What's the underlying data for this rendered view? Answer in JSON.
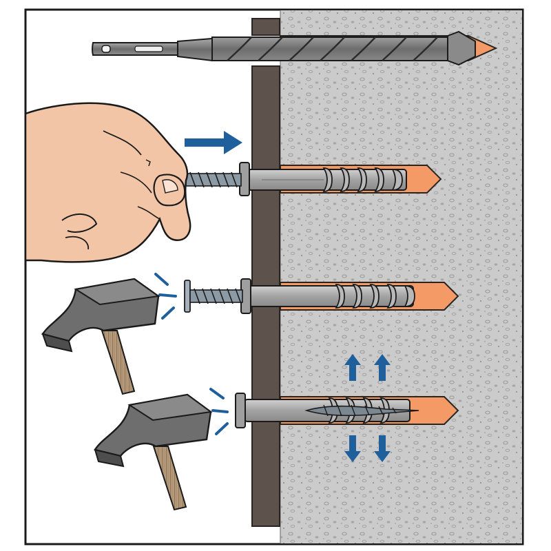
{
  "diagram": {
    "steps": [
      {
        "id": "drill-hole",
        "label": ""
      },
      {
        "id": "insert-anchor",
        "label": ""
      },
      {
        "id": "hammer-anchor",
        "label": ""
      },
      {
        "id": "anchor-expanded",
        "label": ""
      }
    ]
  },
  "colors": {
    "frame": "#1a1a1a",
    "wall_board": "#5e524c",
    "concrete": "#c9c9c9",
    "concrete_speckle": "#9a9a9a",
    "drilled_hole": "#f39a66",
    "plug": "#a9a9a9",
    "screw": "#8c9aa5",
    "arrow": "#1f5f9c",
    "skin": "#f2c5a6",
    "hammer_head": "#6e6e6e",
    "hammer_handle": "#b59a7b"
  },
  "icons": [
    "drill-bit-icon",
    "hand-icon",
    "hammer-icon",
    "arrow-right-icon",
    "arrow-up-icon",
    "arrow-down-icon",
    "impact-lines-icon"
  ]
}
